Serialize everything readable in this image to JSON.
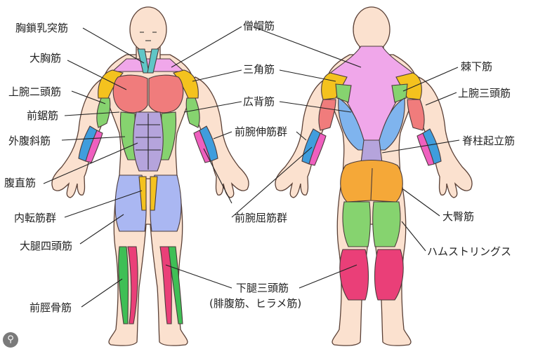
{
  "labels": {
    "sternocleidomastoid": "胸鎖乳突筋",
    "pectoralis": "大胸筋",
    "biceps": "上腕二頭筋",
    "serratus": "前鋸筋",
    "external_oblique": "外腹斜筋",
    "rectus_abdominis": "腹直筋",
    "adductors": "内転筋群",
    "quadriceps": "大腿四頭筋",
    "tibialis": "前脛骨筋",
    "trapezius": "僧帽筋",
    "deltoid": "三角筋",
    "latissimus": "広背筋",
    "forearm_extensors": "前腕伸筋群",
    "forearm_flexors": "前腕屈筋群",
    "triceps_surae_1": "下腿三頭筋",
    "triceps_surae_2": "(腓腹筋、ヒラメ筋)",
    "infraspinatus": "棘下筋",
    "triceps": "上腕三頭筋",
    "erector_spinae": "脊柱起立筋",
    "gluteus": "大臀筋",
    "hamstrings": "ハムストリングス"
  },
  "colors": {
    "skin": "#fbe1cf",
    "pink_violet": "#f0a7ea",
    "teal": "#5fc6c6",
    "yellow": "#f4c21e",
    "salmon": "#f07c7c",
    "green": "#86d36f",
    "blue": "#3f9ddd",
    "magenta": "#ef5fbf",
    "lavender": "#b5a4dc",
    "periwinkle": "#aab7f2",
    "orange": "#f5a838",
    "light_blue": "#7fb4ee",
    "crimson": "#ea3f78",
    "green_dark": "#3fbf55"
  },
  "icons": {
    "lens": "search-lens-icon"
  }
}
